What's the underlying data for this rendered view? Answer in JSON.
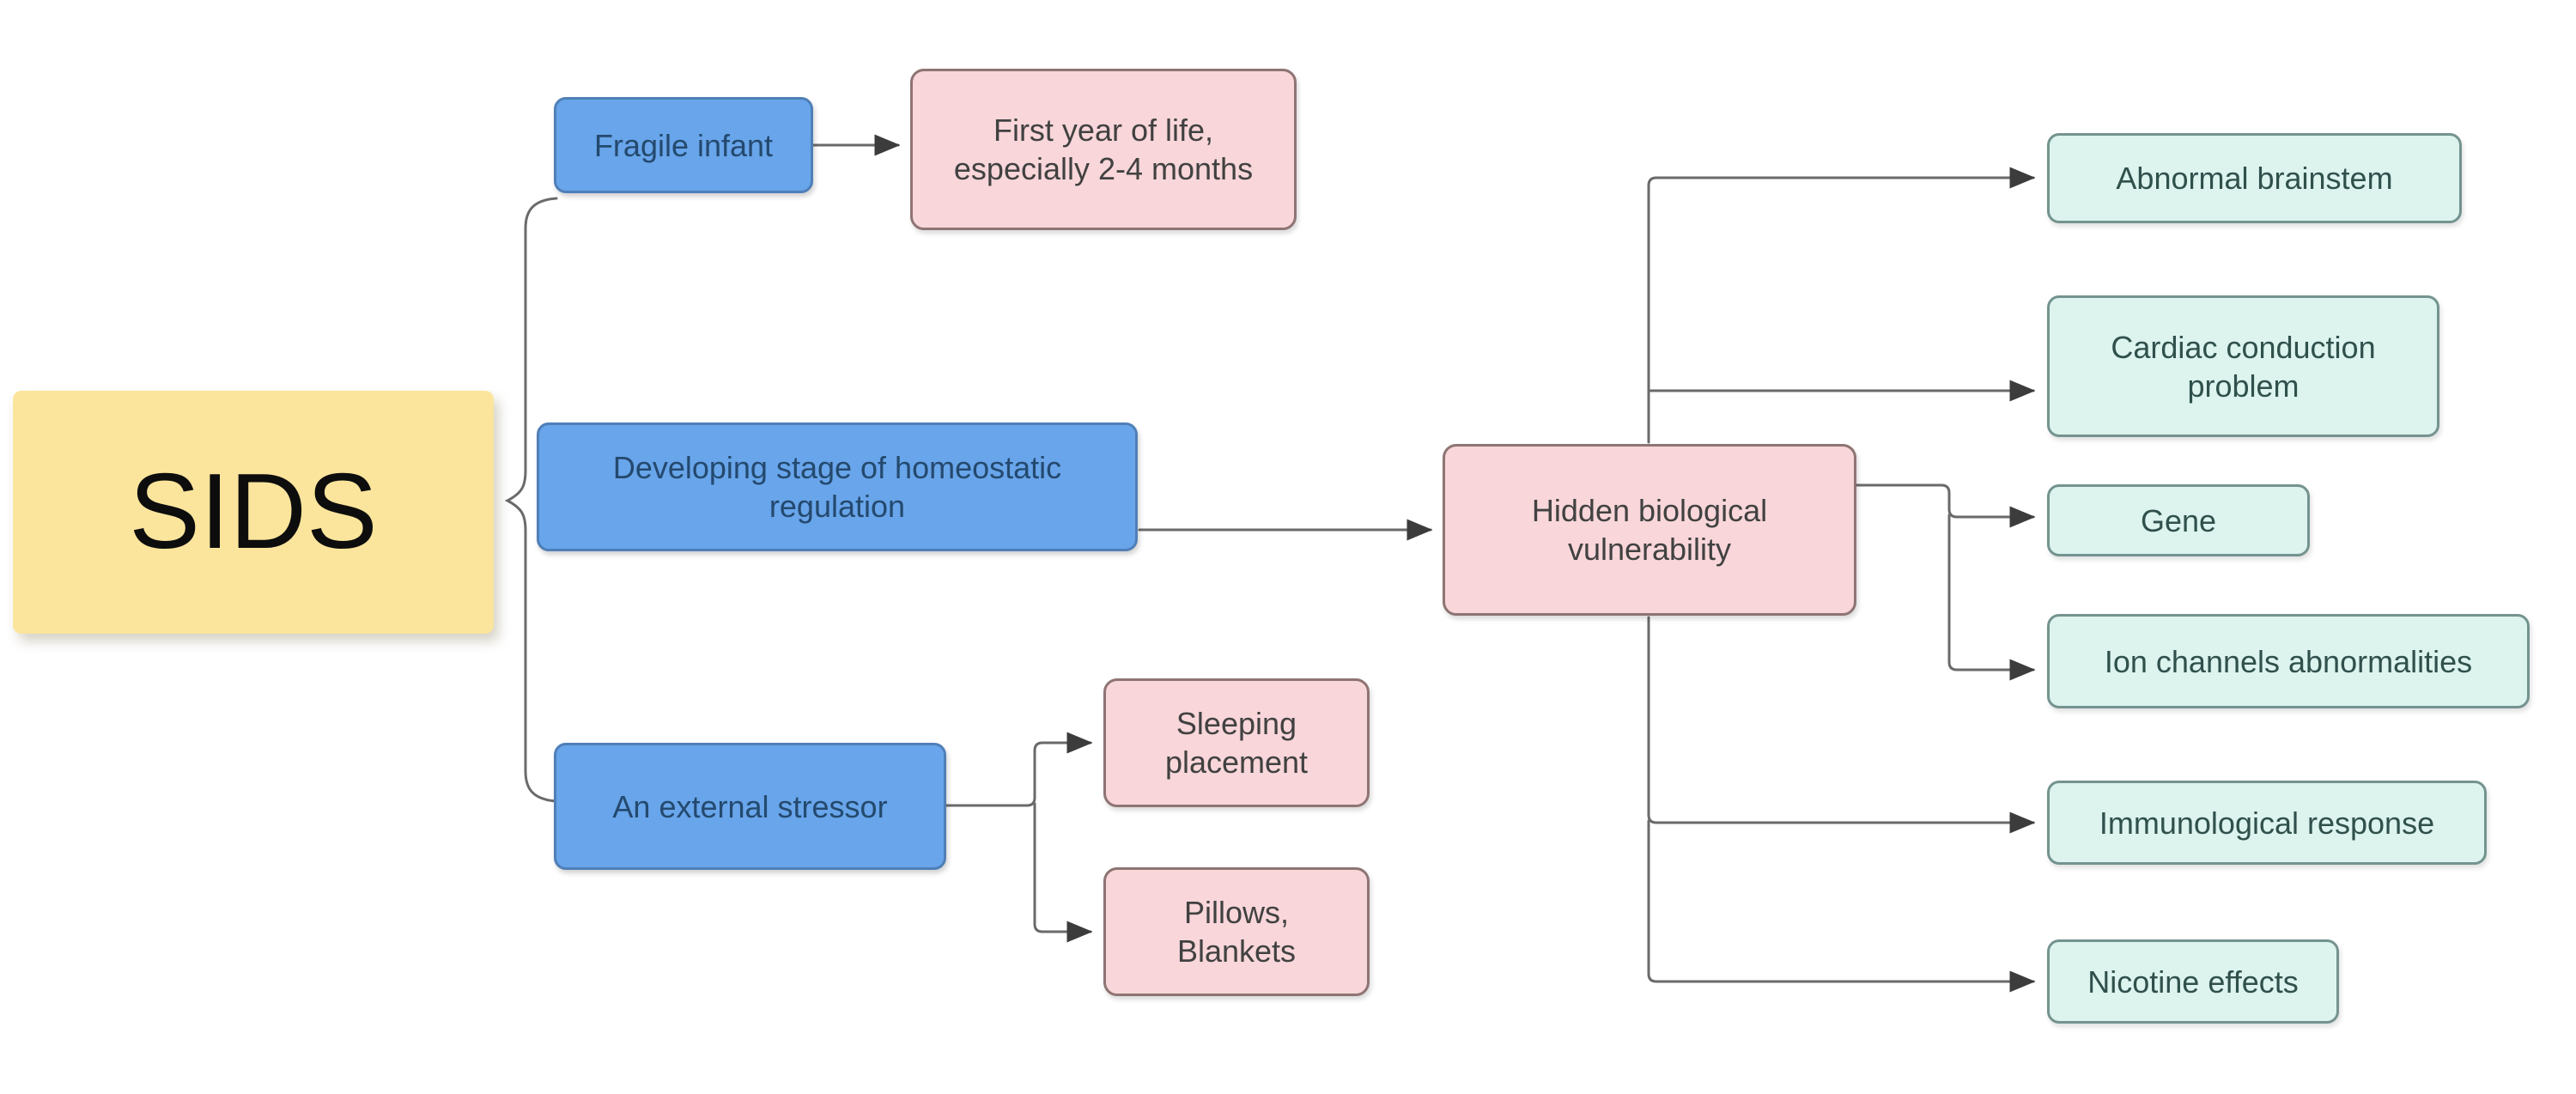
{
  "diagram": {
    "title": "SIDS mind map",
    "root": {
      "label": "SIDS"
    },
    "nodes": {
      "fragile_infant": {
        "label": "Fragile infant"
      },
      "first_year": {
        "label": "First year of life,\nespecially 2-4 months"
      },
      "developing_stage": {
        "label": "Developing stage of homeostatic\nregulation"
      },
      "external_stressor": {
        "label": "An external stressor"
      },
      "sleeping_placement": {
        "label": "Sleeping\nplacement"
      },
      "pillows_blankets": {
        "label": "Pillows,\nBlankets"
      },
      "hidden_vulnerability": {
        "label": "Hidden biological\nvulnerability"
      },
      "abnormal_brainstem": {
        "label": "Abnormal brainstem"
      },
      "cardiac_conduction": {
        "label": "Cardiac conduction\nproblem"
      },
      "gene": {
        "label": "Gene"
      },
      "ion_channels": {
        "label": "Ion channels abnormalities"
      },
      "immunological_response": {
        "label": "Immunological response"
      },
      "nicotine_effects": {
        "label": "Nicotine effects"
      }
    },
    "edges": [
      {
        "from": "SIDS",
        "to": "Fragile infant",
        "style": "brace"
      },
      {
        "from": "SIDS",
        "to": "Developing stage of homeostatic regulation",
        "style": "brace"
      },
      {
        "from": "SIDS",
        "to": "An external stressor",
        "style": "brace"
      },
      {
        "from": "Fragile infant",
        "to": "First year of life, especially 2-4 months",
        "style": "arrow"
      },
      {
        "from": "Developing stage of homeostatic regulation",
        "to": "Hidden biological vulnerability",
        "style": "arrow"
      },
      {
        "from": "An external stressor",
        "to": "Sleeping placement",
        "style": "arrow"
      },
      {
        "from": "An external stressor",
        "to": "Pillows, Blankets",
        "style": "arrow"
      },
      {
        "from": "Hidden biological vulnerability",
        "to": "Abnormal brainstem",
        "style": "arrow"
      },
      {
        "from": "Hidden biological vulnerability",
        "to": "Cardiac conduction problem",
        "style": "arrow"
      },
      {
        "from": "Hidden biological vulnerability",
        "to": "Gene",
        "style": "arrow"
      },
      {
        "from": "Hidden biological vulnerability",
        "to": "Ion channels abnormalities",
        "style": "arrow"
      },
      {
        "from": "Hidden biological vulnerability",
        "to": "Immunological response",
        "style": "arrow"
      },
      {
        "from": "Hidden biological vulnerability",
        "to": "Nicotine effects",
        "style": "arrow"
      }
    ],
    "colors": {
      "root_fill": "#fbe59c",
      "branch_fill": "#68a5ea",
      "branch_border": "#4f7fb8",
      "branch_text": "#24496e",
      "pink_fill": "#f8d6d9",
      "pink_border": "#8f7474",
      "pink_text": "#414141",
      "cyan_fill": "#dcf3ee",
      "cyan_border": "#74938f",
      "cyan_text": "#30504c",
      "connector": "#6a6a6a",
      "arrowhead": "#3c3c3c",
      "background": "#ffffff"
    }
  }
}
